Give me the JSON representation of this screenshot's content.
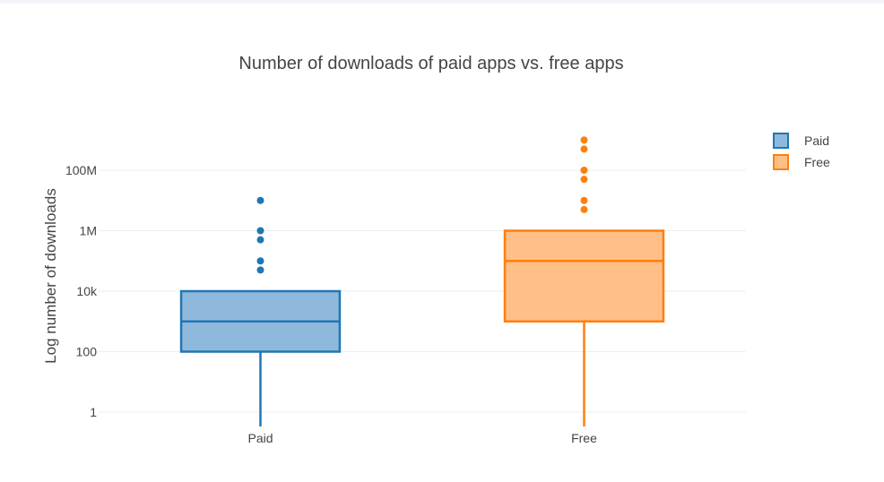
{
  "chart_data": {
    "type": "box",
    "title": "Number of downloads of paid apps vs. free apps",
    "xlabel": "",
    "ylabel": "Log number of downloads",
    "y_scale": "log",
    "ylim": [
      0.5,
      2000000000
    ],
    "y_ticks": [
      {
        "value": 1,
        "label": "1"
      },
      {
        "value": 100,
        "label": "100"
      },
      {
        "value": 10000,
        "label": "10k"
      },
      {
        "value": 1000000,
        "label": "1M"
      },
      {
        "value": 100000000,
        "label": "100M"
      }
    ],
    "grid": true,
    "legend_position": "top-right",
    "categories": [
      "Paid",
      "Free"
    ],
    "series": [
      {
        "name": "Paid",
        "color": "#1f77b4",
        "fill": "#8fb9dc",
        "min": 0,
        "q1": 100,
        "median": 1000,
        "q3": 10000,
        "max": 10000,
        "outliers": [
          50000,
          100000,
          500000,
          1000000,
          10000000
        ]
      },
      {
        "name": "Free",
        "color": "#ff7f0e",
        "fill": "#ffbf87",
        "min": 0,
        "q1": 1000,
        "median": 100000,
        "q3": 1000000,
        "max": 1000000,
        "outliers": [
          5000000,
          10000000,
          50000000,
          100000000,
          500000000,
          1000000000
        ]
      }
    ]
  }
}
